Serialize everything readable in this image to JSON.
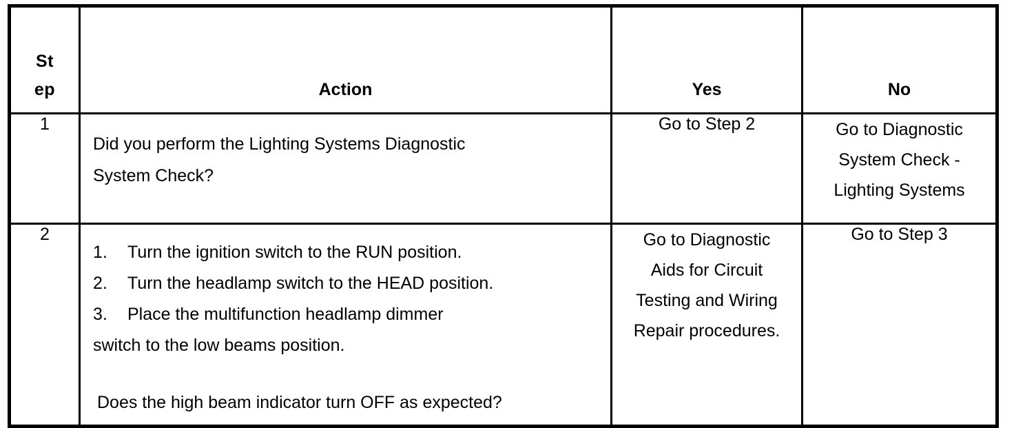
{
  "table": {
    "headers": {
      "step_line1": "St",
      "step_line2": "ep",
      "action": "Action",
      "yes": "Yes",
      "no": "No"
    },
    "rows": [
      {
        "step": "1",
        "action_lines": [
          "Did you perform the Lighting Systems Diagnostic",
          "System Check?"
        ],
        "yes": "Go to Step 2",
        "no_lines": [
          "Go to Diagnostic",
          "System Check -",
          "Lighting Systems"
        ]
      },
      {
        "step": "2",
        "action_items": [
          {
            "num": "1.",
            "text": "Turn the ignition switch to the RUN position."
          },
          {
            "num": "2.",
            "text": "Turn the headlamp switch to the HEAD position."
          },
          {
            "num": "3.",
            "text": "Place the multifunction headlamp dimmer"
          }
        ],
        "action_continuation": "switch to the low beams position.",
        "action_question": "Does the high beam indicator turn OFF as expected?",
        "yes_lines": [
          "Go to Diagnostic",
          "Aids for Circuit",
          "Testing and Wiring",
          "Repair procedures."
        ],
        "no": "Go to Step 3"
      }
    ]
  },
  "colors": {
    "border": "#000000",
    "background": "#ffffff",
    "text": "#000000"
  }
}
